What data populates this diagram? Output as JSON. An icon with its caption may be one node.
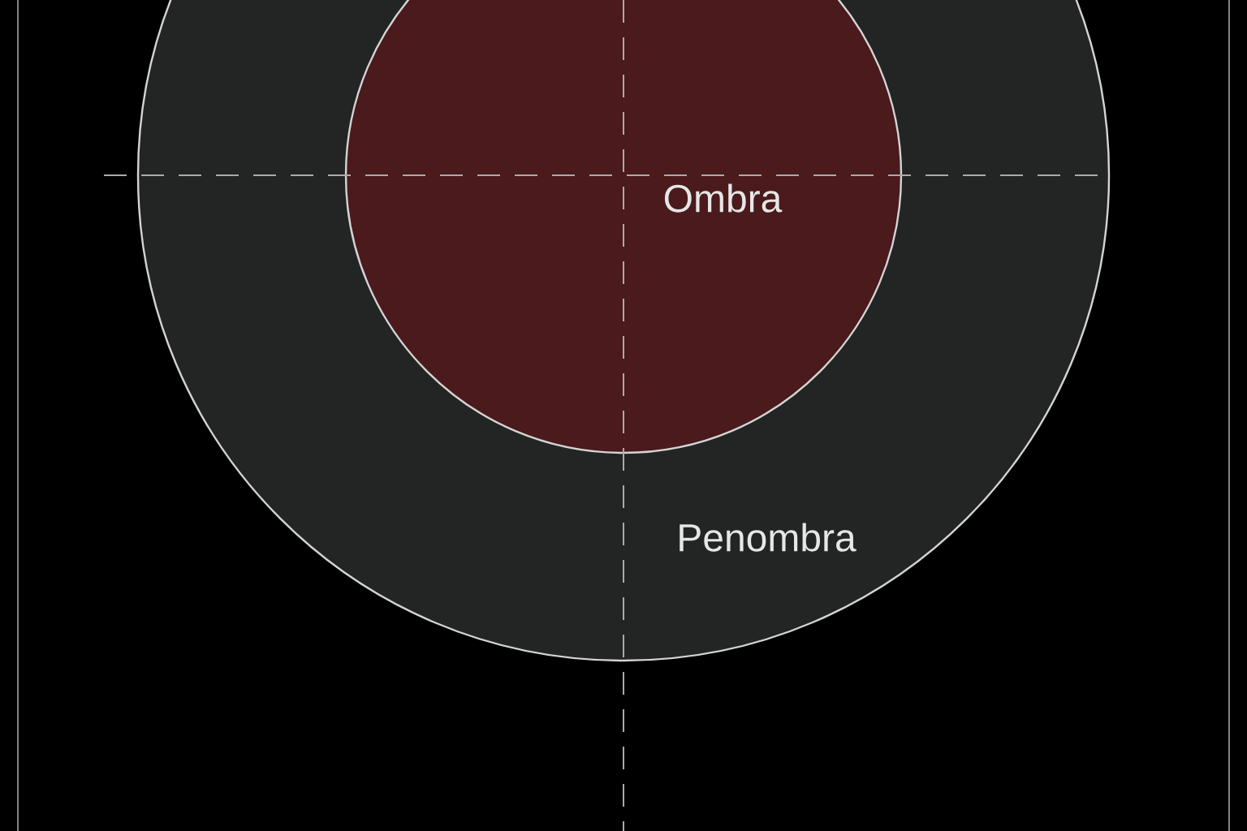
{
  "diagram": {
    "nodes": [
      {
        "text": [
          "Penombra"
        ]
      },
      {
        "text": [
          "Ombra"
        ],
        "in": 0
      }
    ]
  }
}
